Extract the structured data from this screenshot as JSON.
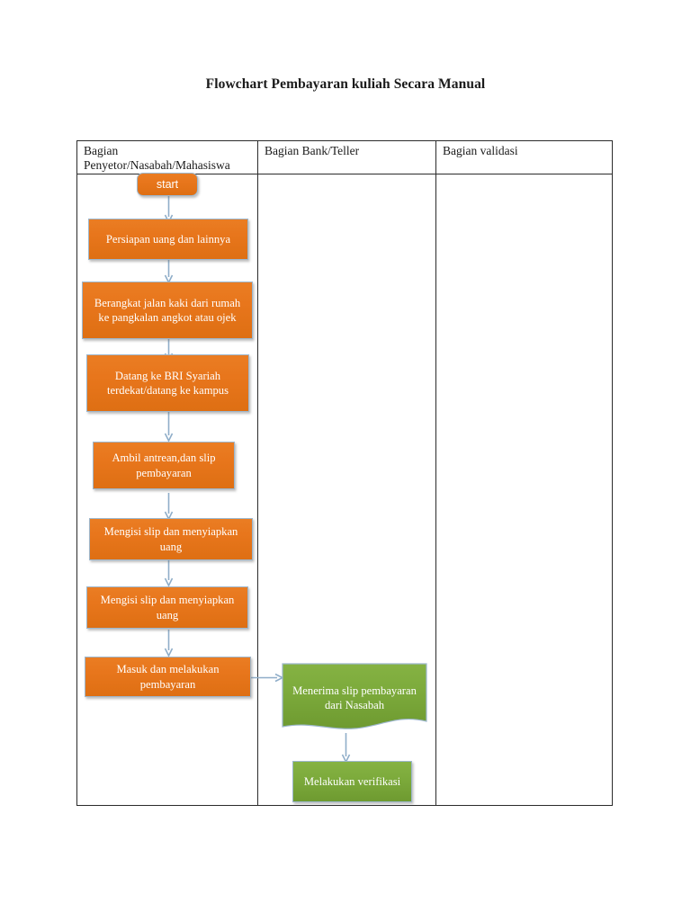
{
  "document": {
    "title": "Flowchart Pembayaran kuliah Secara Manual"
  },
  "lanes": [
    {
      "id": "lane-penyetor",
      "label": "Bagian Penyetor/Nasabah/Mahasiswa"
    },
    {
      "id": "lane-bank",
      "label": "Bagian Bank/Teller"
    },
    {
      "id": "lane-validasi",
      "label": "Bagian validasi"
    }
  ],
  "flowchart": {
    "type": "flowchart",
    "node_fill_orange": "#e8761c",
    "node_fill_green": "#7dab3c",
    "node_border": "#9db7cd",
    "connector_color": "#8faec9",
    "table_border": "#2b2b2b",
    "nodes": [
      {
        "id": "start",
        "lane": "lane-penyetor",
        "shape": "terminator",
        "color": "orange",
        "label": "start"
      },
      {
        "id": "persiapan",
        "lane": "lane-penyetor",
        "shape": "process",
        "color": "orange",
        "label": "Persiapan uang dan lainnya"
      },
      {
        "id": "berangkat",
        "lane": "lane-penyetor",
        "shape": "process",
        "color": "orange",
        "label": "Berangkat jalan kaki dari rumah ke pangkalan angkot atau ojek"
      },
      {
        "id": "datang-bri",
        "lane": "lane-penyetor",
        "shape": "process",
        "color": "orange",
        "label": "Datang ke BRI Syariah terdekat/datang ke kampus"
      },
      {
        "id": "ambil-antrean",
        "lane": "lane-penyetor",
        "shape": "process",
        "color": "orange",
        "label": "Ambil antrean,dan slip pembayaran"
      },
      {
        "id": "mengisi-slip-1",
        "lane": "lane-penyetor",
        "shape": "process",
        "color": "orange",
        "label": "Mengisi slip dan menyiapkan uang"
      },
      {
        "id": "mengisi-slip-2",
        "lane": "lane-penyetor",
        "shape": "process",
        "color": "orange",
        "label": "Mengisi slip dan menyiapkan uang"
      },
      {
        "id": "masuk-bayar",
        "lane": "lane-penyetor",
        "shape": "process",
        "color": "orange",
        "label": "Masuk dan melakukan pembayaran"
      },
      {
        "id": "terima-slip",
        "lane": "lane-bank",
        "shape": "document",
        "color": "green",
        "label": "Menerima slip pembayaran dari Nasabah"
      },
      {
        "id": "verifikasi",
        "lane": "lane-bank",
        "shape": "process",
        "color": "green",
        "label": "Melakukan verifikasi"
      }
    ],
    "edges": [
      {
        "from": "start",
        "to": "persiapan",
        "direction": "down"
      },
      {
        "from": "persiapan",
        "to": "berangkat",
        "direction": "down"
      },
      {
        "from": "berangkat",
        "to": "datang-bri",
        "direction": "down"
      },
      {
        "from": "datang-bri",
        "to": "ambil-antrean",
        "direction": "down"
      },
      {
        "from": "ambil-antrean",
        "to": "mengisi-slip-1",
        "direction": "down"
      },
      {
        "from": "mengisi-slip-1",
        "to": "mengisi-slip-2",
        "direction": "down"
      },
      {
        "from": "mengisi-slip-2",
        "to": "masuk-bayar",
        "direction": "down"
      },
      {
        "from": "masuk-bayar",
        "to": "terima-slip",
        "direction": "right"
      },
      {
        "from": "terima-slip",
        "to": "verifikasi",
        "direction": "down"
      }
    ]
  }
}
